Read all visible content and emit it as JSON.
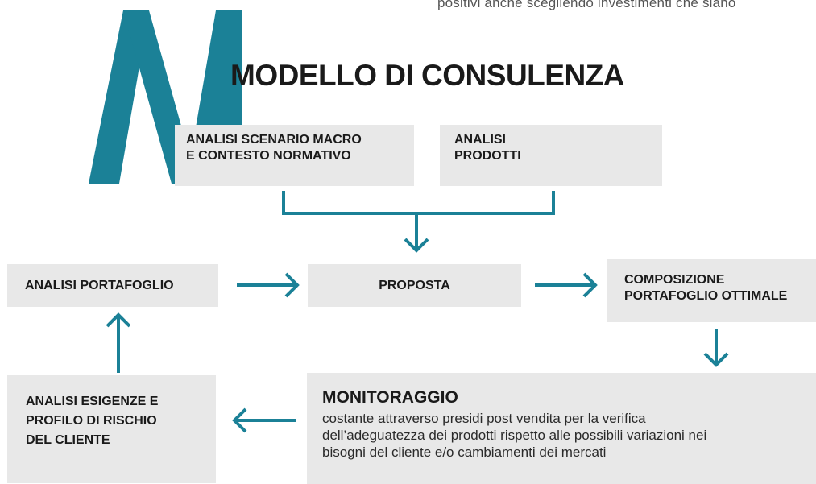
{
  "header": {
    "top_text": "positivi anche scegliendo investimenti che siano",
    "title": "MODELLO DI CONSULENZA",
    "decorative_letter": "N"
  },
  "colors": {
    "accent": "#1b8197",
    "box_fill": "#e8e8e8",
    "text": "#1a1a1a"
  },
  "nodes": {
    "macro": "ANALISI SCENARIO MACRO\nE CONTESTO NORMATIVO",
    "prodotti": "ANALISI\nPRODOTTI",
    "portafoglio": "ANALISI PORTAFOGLIO",
    "proposta": "PROPOSTA",
    "composizione": "COMPOSIZIONE\nPORTAFOGLIO OTTIMALE",
    "esigenze": "ANALISI ESIGENZE E\nPROFILO DI RISCHIO\nDEL CLIENTE",
    "monitoraggio": {
      "title": "MONITORAGGIO",
      "description": "costante attraverso presidi post vendita per la verifica\ndell’adeguatezza dei prodotti rispetto alle possibili variazioni nei\nbisogni del cliente e/o cambiamenti dei mercati"
    }
  },
  "edges": [
    {
      "from": "macro",
      "to": "proposta"
    },
    {
      "from": "prodotti",
      "to": "proposta"
    },
    {
      "from": "portafoglio",
      "to": "proposta"
    },
    {
      "from": "proposta",
      "to": "composizione"
    },
    {
      "from": "composizione",
      "to": "monitoraggio"
    },
    {
      "from": "monitoraggio",
      "to": "esigenze"
    },
    {
      "from": "esigenze",
      "to": "portafoglio"
    }
  ]
}
